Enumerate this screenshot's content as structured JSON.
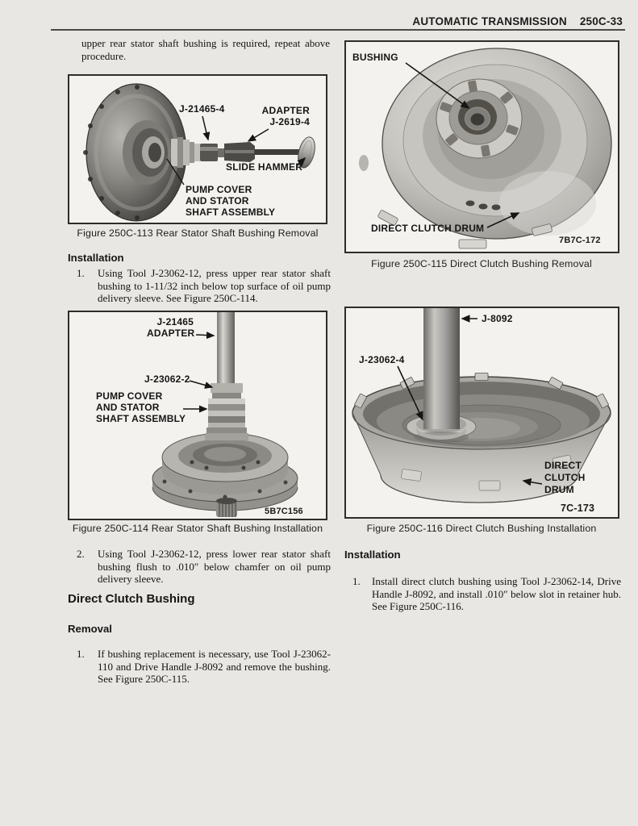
{
  "colors": {
    "page_bg": "#e9e7e3",
    "figure_paper": "#f3f2ee",
    "ink": "#161616",
    "figure_border": "#2e2d2a"
  },
  "header": {
    "section": "AUTOMATIC TRANSMISSION",
    "page_code": "250C-33"
  },
  "left_column": {
    "intro": "upper rear stator shaft bushing is required, repeat above procedure.",
    "installation_heading": "Installation",
    "steps": [
      {
        "number": "1.",
        "text": "Using Tool J-23062-12, press upper rear stator shaft bushing to 1-11/32 inch below top surface of oil pump delivery sleeve. See Figure 250C-114."
      },
      {
        "number": "2.",
        "text": "Using Tool J-23062-12, press lower rear stator shaft bushing flush to .010″ below chamfer on oil pump delivery sleeve."
      }
    ],
    "direct_clutch_heading": "Direct Clutch Bushing",
    "removal_heading": "Removal",
    "removal_steps": [
      {
        "number": "1.",
        "text": "If bushing replacement is necessary, use Tool J-23062-110 and Drive Handle J-8092 and remove the bushing. See Figure 250C-115."
      }
    ]
  },
  "right_column": {
    "installation_heading": "Installation",
    "installation_steps": [
      {
        "number": "1.",
        "text": "Install direct clutch bushing using Tool J-23062-14, Drive Handle J-8092, and install .010″ below slot in retainer hub. See Figure 250C-116."
      }
    ]
  },
  "figures": {
    "fig113": {
      "caption": "Figure 250C-113 Rear Stator Shaft Bushing Removal",
      "labels": {
        "tool": "J-21465-4",
        "adapter": "ADAPTER\nJ-2619-4",
        "slide_hammer": "SLIDE HAMMER",
        "pump_cover": "PUMP COVER\nAND STATOR\nSHAFT ASSEMBLY"
      }
    },
    "fig114": {
      "caption": "Figure 250C-114 Rear Stator Shaft Bushing Installation",
      "photo_code": "5B7C156",
      "labels": {
        "adapter": "J-21465\nADAPTER",
        "tool": "J-23062-2",
        "pump_cover": "PUMP COVER\nAND STATOR\nSHAFT ASSEMBLY"
      }
    },
    "fig115": {
      "caption": "Figure 250C-115 Direct Clutch Bushing Removal",
      "photo_code": "7B7C-172",
      "labels": {
        "bushing": "BUSHING",
        "drum": "DIRECT CLUTCH DRUM"
      }
    },
    "fig116": {
      "caption": "Figure 250C-116 Direct Clutch Bushing Installation",
      "photo_code": "7C-173",
      "labels": {
        "drive_handle": "J-8092",
        "tool": "J-23062-4",
        "drum": "DIRECT\nCLUTCH\nDRUM"
      }
    }
  }
}
